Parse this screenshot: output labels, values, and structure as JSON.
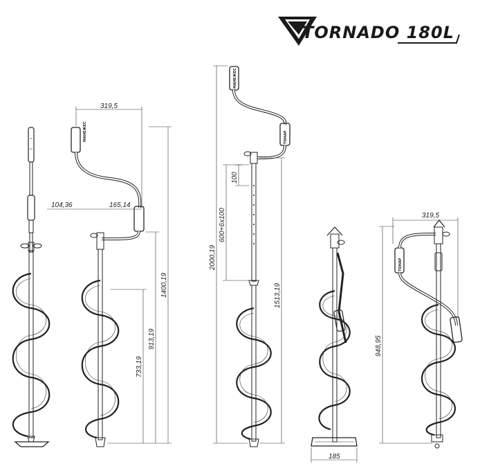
{
  "logo": {
    "text": "TORNADO 180L"
  },
  "dimensions": {
    "top_width_left": "319,5",
    "offset_left": "104,36",
    "offset_center": "165,14",
    "total_height_left": "1400,19",
    "height_mid_left": "913,19",
    "height_low_left": "733,19",
    "total_height_center": "2000,19",
    "extension_rod": "600+6x100",
    "extension_step": "100",
    "height_mid_center": "1513,19",
    "top_width_right": "319,5",
    "total_height_right": "948,95",
    "blade_width": "185"
  },
  "grip_labels": {
    "brand_a": "МАНЕЖЕС",
    "brand_b": "ТОНАР"
  }
}
